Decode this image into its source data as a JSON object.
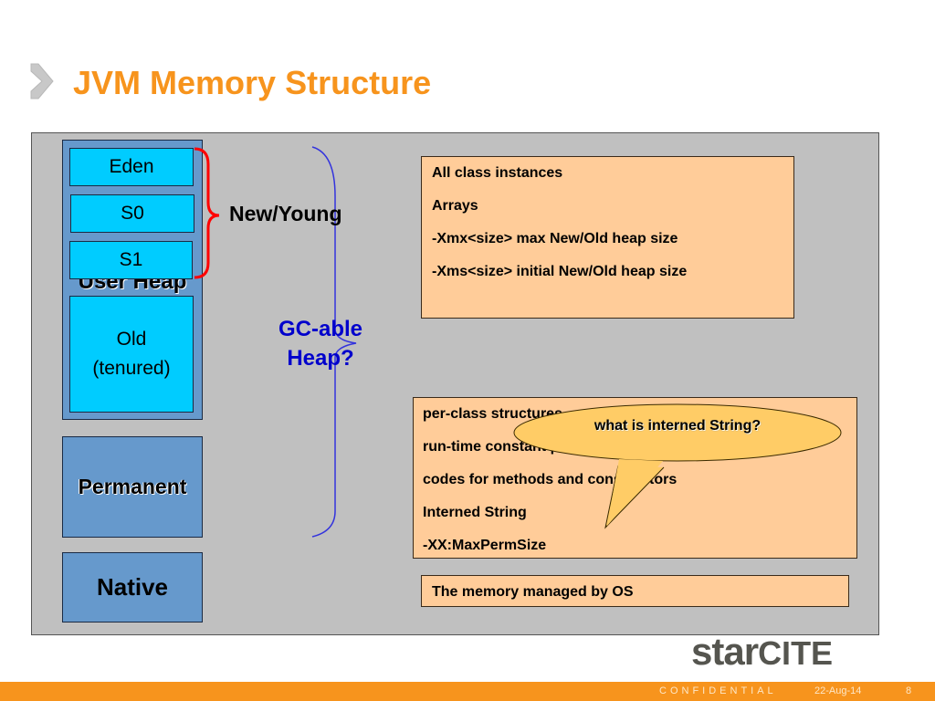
{
  "slide": {
    "title": "JVM Memory Structure",
    "title_color": "#f7941d",
    "title_icon": "chevron-right-icon"
  },
  "diagram": {
    "user_heap_label": "User Heap",
    "eden_label": "Eden",
    "s0_label": "S0",
    "s1_label": "S1",
    "old_label_line1": "Old",
    "old_label_line2": "(tenured)",
    "permanent_label": "Permanent",
    "native_label": "Native",
    "new_young_label": "New/Young",
    "gc_label_line1": "GC-able",
    "gc_label_line2": "Heap?"
  },
  "heap_box": {
    "lines": [
      "All class instances",
      "Arrays",
      "-Xmx<size> max New/Old heap size",
      "-Xms<size> initial New/Old heap size"
    ]
  },
  "perm_box": {
    "lines": [
      "per-class structures",
      "run-time constant pool",
      "codes for methods and constructors",
      "Interned String",
      "-XX:MaxPermSize"
    ]
  },
  "native_box": {
    "text": "The memory managed by OS"
  },
  "callout": {
    "text": "what is interned String?"
  },
  "logo": {
    "part1": "star",
    "part2": "CITE"
  },
  "footer": {
    "confidential": "CONFIDENTIAL",
    "date": "22-Aug-14",
    "page": "8",
    "color": "#f7941d"
  },
  "colors": {
    "panel": "#c0c0c0",
    "heap_block": "#6699cc",
    "generation_block": "#00ccff",
    "info_box": "#ffcc99",
    "callout": "#ffcc66",
    "young_brace": "#ff0000",
    "gc_brace": "#0000cc"
  }
}
